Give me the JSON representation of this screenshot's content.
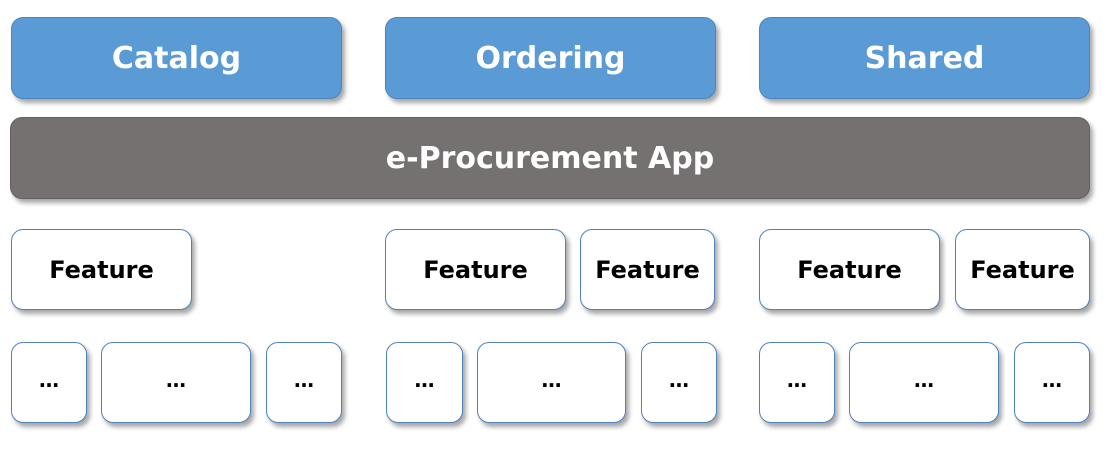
{
  "modules": [
    {
      "label": "Catalog"
    },
    {
      "label": "Ordering"
    },
    {
      "label": "Shared"
    }
  ],
  "app": {
    "label": "e-Procurement App"
  },
  "features": [
    {
      "label": "Feature"
    },
    {
      "label": "Feature"
    },
    {
      "label": "Feature"
    },
    {
      "label": "Feature"
    },
    {
      "label": "Feature"
    }
  ],
  "subitems": [
    {
      "label": "…"
    },
    {
      "label": "…"
    },
    {
      "label": "…"
    },
    {
      "label": "…"
    },
    {
      "label": "…"
    },
    {
      "label": "…"
    },
    {
      "label": "…"
    },
    {
      "label": "…"
    },
    {
      "label": "…"
    }
  ],
  "colors": {
    "module_fill": "#5b9bd5",
    "app_fill": "#767171",
    "feature_border": "#4f81bd"
  }
}
